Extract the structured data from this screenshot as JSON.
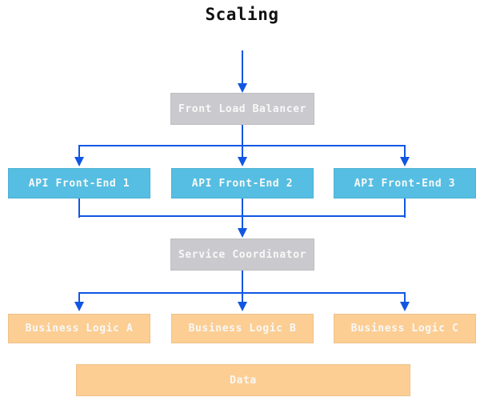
{
  "title": "Scaling",
  "colors": {
    "node_blue": "#55bee2",
    "node_gray": "#cacace",
    "node_orange": "#fcce93",
    "arrow": "#1156e3",
    "text_light": "#f8f8f8",
    "title_color": "#111111"
  },
  "nodes": {
    "front_load_balancer": {
      "label": "Front Load Balancer",
      "color": "gray"
    },
    "api_front_end_1": {
      "label": "API Front-End 1",
      "color": "blue"
    },
    "api_front_end_2": {
      "label": "API Front-End 2",
      "color": "blue"
    },
    "api_front_end_3": {
      "label": "API Front-End 3",
      "color": "blue"
    },
    "service_coordinator": {
      "label": "Service Coordinator",
      "color": "gray"
    },
    "business_logic_a": {
      "label": "Business Logic A",
      "color": "orange"
    },
    "business_logic_b": {
      "label": "Business Logic B",
      "color": "orange"
    },
    "business_logic_c": {
      "label": "Business Logic C",
      "color": "orange"
    },
    "data": {
      "label": "Data",
      "color": "orange"
    }
  },
  "edges": [
    {
      "from": "top",
      "to": "front_load_balancer"
    },
    {
      "from": "front_load_balancer",
      "to": "api_front_end_1"
    },
    {
      "from": "front_load_balancer",
      "to": "api_front_end_2"
    },
    {
      "from": "front_load_balancer",
      "to": "api_front_end_3"
    },
    {
      "from": "api_front_end_1",
      "to": "service_coordinator"
    },
    {
      "from": "api_front_end_2",
      "to": "service_coordinator"
    },
    {
      "from": "api_front_end_3",
      "to": "service_coordinator"
    },
    {
      "from": "service_coordinator",
      "to": "business_logic_a"
    },
    {
      "from": "service_coordinator",
      "to": "business_logic_b"
    },
    {
      "from": "service_coordinator",
      "to": "business_logic_c"
    }
  ]
}
